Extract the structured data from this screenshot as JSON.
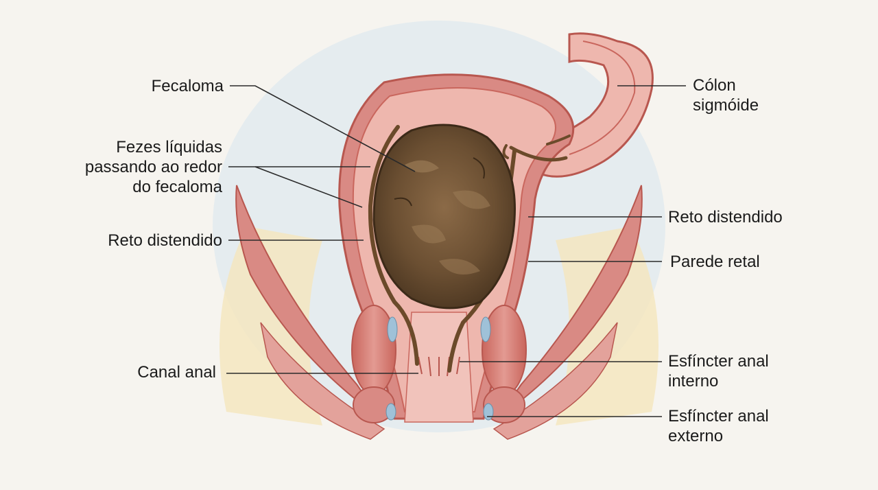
{
  "labels": {
    "fecaloma": [
      "Fecaloma"
    ],
    "fezes": [
      "Fezes líquidas",
      "passando ao redor",
      "do fecaloma"
    ],
    "reto_left": [
      "Reto distendido"
    ],
    "canal": [
      "Canal anal"
    ],
    "colon": [
      "Cólon",
      "sigmóide"
    ],
    "reto_right": [
      "Reto distendido"
    ],
    "parede": [
      "Parede retal"
    ],
    "interno": [
      "Esfíncter anal",
      "interno"
    ],
    "externo": [
      "Esfíncter anal",
      "externo"
    ]
  },
  "colors": {
    "background": "#f6f4ef",
    "muscle": "#d98a84",
    "muscle_dark": "#b8574f",
    "mucosa": "#eeb7ae",
    "fat": "#f5e6bd",
    "sky": "#d9e7ee",
    "stool": "#6b4f32",
    "leader": "#2a2a2a"
  }
}
